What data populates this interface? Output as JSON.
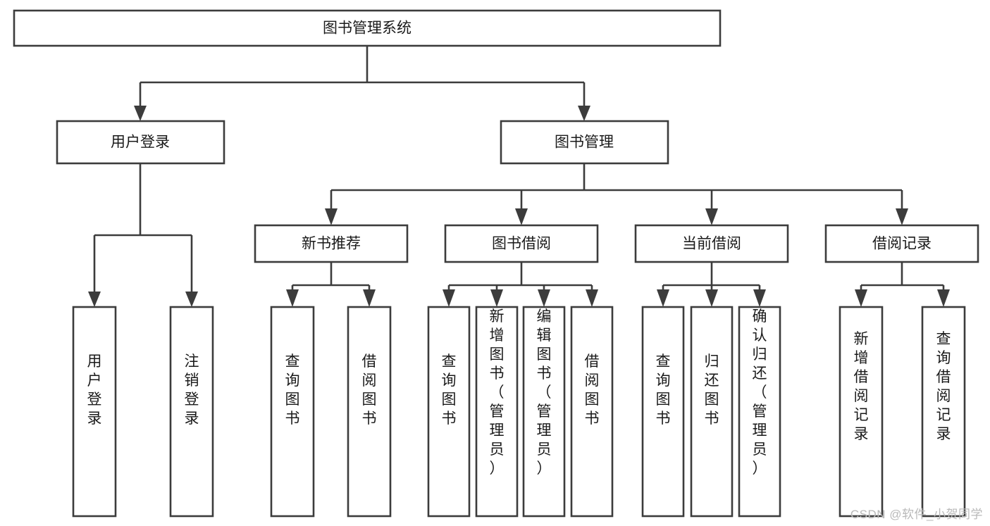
{
  "diagram": {
    "title": "图书管理系统",
    "type": "tree-hierarchy-chart",
    "colors": {
      "box_stroke": "#3c3c3c",
      "box_fill": "#ffffff",
      "connector": "#3c3c3c",
      "text": "#1a1a1a",
      "watermark": "#b9b9b9",
      "background": "#ffffff"
    },
    "root": {
      "label": "图书管理系统"
    },
    "level2": [
      {
        "label": "用户登录"
      },
      {
        "label": "图书管理"
      }
    ],
    "level3": [
      {
        "label": "新书推荐"
      },
      {
        "label": "图书借阅"
      },
      {
        "label": "当前借阅"
      },
      {
        "label": "借阅记录"
      }
    ],
    "leaves": {
      "user_login": [
        {
          "label": "用户登录"
        },
        {
          "label": "注销登录"
        }
      ],
      "new_book_recommend": [
        {
          "label": "查询图书"
        },
        {
          "label": "借阅图书"
        }
      ],
      "book_borrow": [
        {
          "label": "查询图书"
        },
        {
          "label": "新增图书（管理员）"
        },
        {
          "label": "编辑图书（管理员）"
        },
        {
          "label": "借阅图书"
        }
      ],
      "current_borrow": [
        {
          "label": "查询图书"
        },
        {
          "label": "归还图书"
        },
        {
          "label": "确认归还（管理员）"
        }
      ],
      "borrow_record": [
        {
          "label": "新增借阅记录"
        },
        {
          "label": "查询借阅记录"
        }
      ]
    }
  },
  "watermark": {
    "text": "CSDN @软件_小贺同学"
  }
}
